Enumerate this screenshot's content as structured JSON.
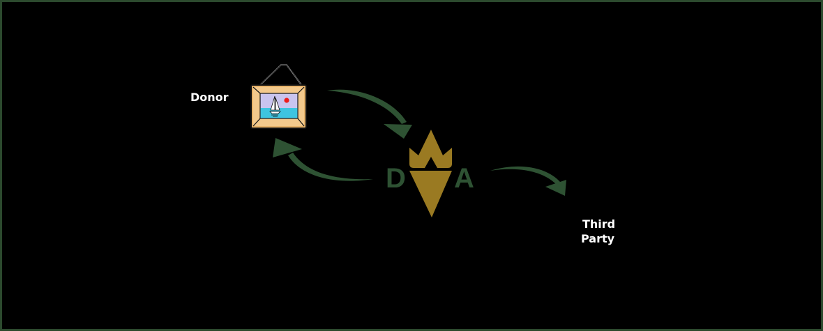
{
  "diagram": {
    "nodes": {
      "donor": {
        "label": "Donor",
        "icon": "framed-painting-icon"
      },
      "organization": {
        "logo_left_letter": "D",
        "logo_right_letter": "A",
        "icon": "crown-torch-logo-icon"
      },
      "third_party": {
        "label_line1": "Third",
        "label_line2": "Party"
      }
    },
    "edges": [
      {
        "from": "donor",
        "to": "organization",
        "direction": "down-right"
      },
      {
        "from": "organization",
        "to": "donor",
        "direction": "up-left"
      },
      {
        "from": "organization",
        "to": "third_party",
        "direction": "right"
      }
    ]
  },
  "colors": {
    "background": "#000000",
    "border": "#2c4a2e",
    "arrow": "#2e5233",
    "logo_gold": "#9a7a22",
    "logo_green": "#2e5233",
    "label_text": "#ffffff"
  }
}
